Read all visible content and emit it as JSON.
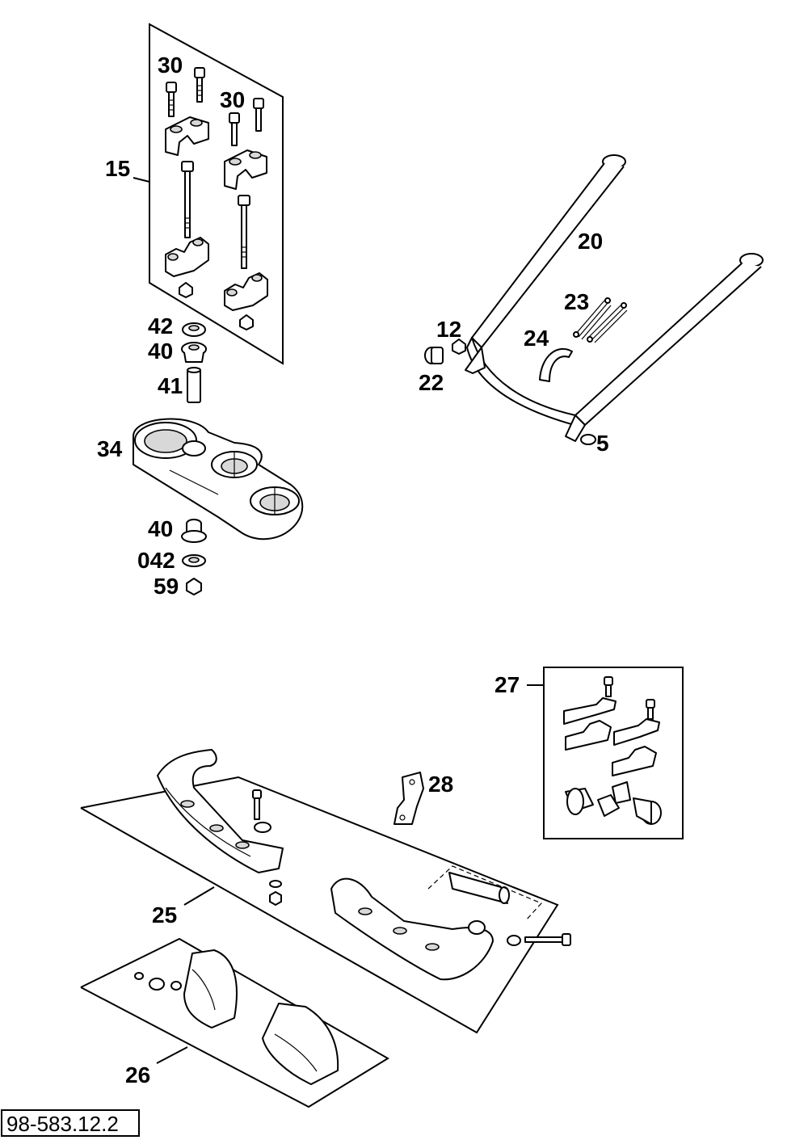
{
  "reference_code": "98-583.12.2",
  "callouts": {
    "c15": "15",
    "c30a": "30",
    "c30b": "30",
    "c42": "42",
    "c40a": "40",
    "c41": "41",
    "c34": "34",
    "c40b": "40",
    "c042": "042",
    "c59": "59",
    "c20": "20",
    "c23": "23",
    "c12": "12",
    "c24": "24",
    "c22": "22",
    "c5": "5",
    "c27": "27",
    "c28": "28",
    "c25": "25",
    "c26": "26"
  }
}
